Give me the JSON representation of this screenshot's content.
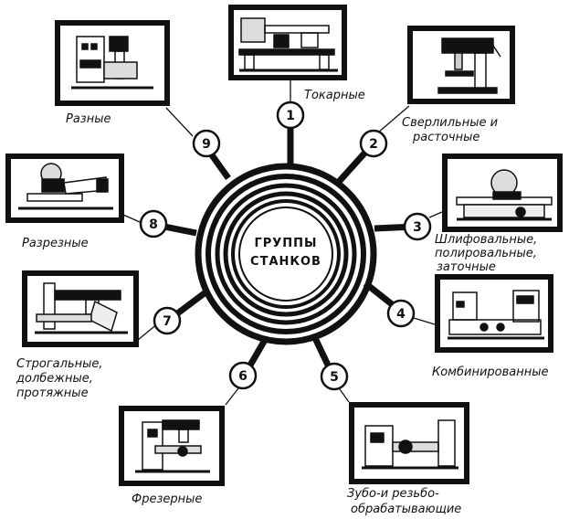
{
  "center": {
    "line1": "ГРУППЫ",
    "line2": "СТАНКОВ"
  },
  "groups": [
    {
      "number": "1",
      "caption": [
        "Токарные"
      ],
      "icon": "lathe-icon"
    },
    {
      "number": "2",
      "caption": [
        "Сверлильные и",
        "расточные"
      ],
      "icon": "drill-press-icon"
    },
    {
      "number": "3",
      "caption": [
        "Шлифовальные,",
        "полировальные,",
        "заточные"
      ],
      "icon": "grinding-machine-icon"
    },
    {
      "number": "4",
      "caption": [
        "Комбинированные"
      ],
      "icon": "combined-machine-icon"
    },
    {
      "number": "5",
      "caption": [
        "Зубо-и резьбо-",
        "обрабатывающие"
      ],
      "icon": "gear-threading-machine-icon"
    },
    {
      "number": "6",
      "caption": [
        "Фрезерные"
      ],
      "icon": "milling-machine-icon"
    },
    {
      "number": "7",
      "caption": [
        "Строгальные,",
        "долбежные,",
        "протяжные"
      ],
      "icon": "planing-machine-icon"
    },
    {
      "number": "8",
      "caption": [
        "Разрезные"
      ],
      "icon": "cutting-machine-icon"
    },
    {
      "number": "9",
      "caption": [
        "Разные"
      ],
      "icon": "miscellaneous-machine-icon"
    }
  ],
  "colors": {
    "ink": "#111111",
    "paper": "#ffffff"
  }
}
